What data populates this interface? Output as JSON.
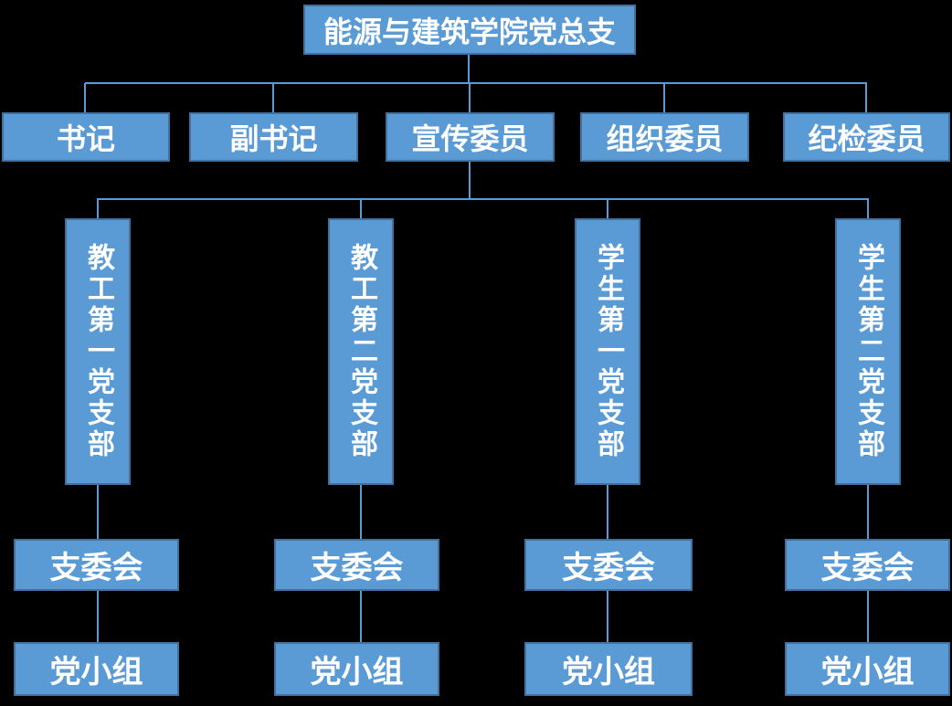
{
  "colors": {
    "background": "#000000",
    "box_fill": "#5B9BD5",
    "box_border": "#41719C",
    "connector": "#5B9BD5",
    "text": "#FFFFFF"
  },
  "org_chart": {
    "root": {
      "label": "能源与建筑学院党总支"
    },
    "officers": [
      {
        "label": "书记"
      },
      {
        "label": "副书记"
      },
      {
        "label": "宣传委员"
      },
      {
        "label": "组织委员"
      },
      {
        "label": "纪检委员"
      }
    ],
    "branches": [
      {
        "label": "教工第一党支部",
        "committee": "支委会",
        "group": "党小组"
      },
      {
        "label": "教工第二党支部",
        "committee": "支委会",
        "group": "党小组"
      },
      {
        "label": "学生第一党支部",
        "committee": "支委会",
        "group": "党小组"
      },
      {
        "label": "学生第二党支部",
        "committee": "支委会",
        "group": "党小组"
      }
    ]
  }
}
